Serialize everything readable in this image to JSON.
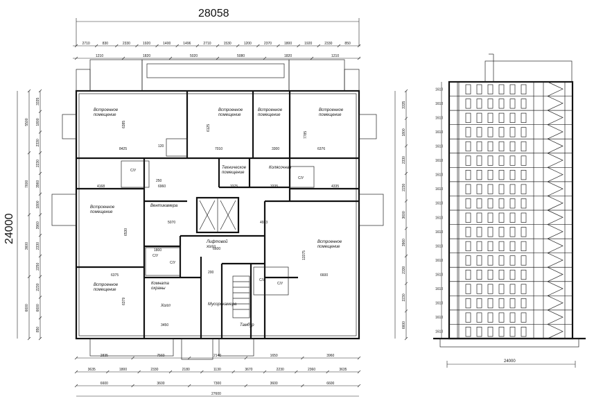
{
  "plan": {
    "overall_width": "28058",
    "overall_height": "24000",
    "bottom_total": "27600",
    "top_dims": [
      "2710",
      "830",
      "2330",
      "1920",
      "1400",
      "1496",
      "2710",
      "1530",
      "1200",
      "2370",
      "1800",
      "1920",
      "2330",
      "850"
    ],
    "top_dims2": [
      "1210",
      "1820",
      "5020",
      "5080",
      "1820",
      "1210"
    ],
    "bottom_dims1": [
      "2835",
      "7560",
      "2140",
      "1650",
      "3960"
    ],
    "bottom_dims2": [
      "3635",
      "1800",
      "2330",
      "2180",
      "1130",
      "3670",
      "2230",
      "2360",
      "3635"
    ],
    "bottom_dims3": [
      "6600",
      "3600",
      "7300",
      "3600",
      "6600"
    ],
    "left_dims_outer": [
      "3335",
      "1800",
      "2330",
      "2230",
      "3960",
      "1800",
      "3960",
      "2330",
      "2250",
      "2230",
      "6600",
      "850"
    ],
    "left_dims_inner": [
      "5500",
      "7600",
      "3600",
      "6600"
    ],
    "right_dims": [
      "3335",
      "1800",
      "2330",
      "2230",
      "3600",
      "3960",
      "2330",
      "2230",
      "6600"
    ],
    "rooms": [
      {
        "label": "Встроенное помещение"
      },
      {
        "label": "Встроенное помещение"
      },
      {
        "label": "Встроенное помещение"
      },
      {
        "label": "Встроенное помещение"
      },
      {
        "label": "Встроенное помещение"
      },
      {
        "label": "Встроенное помещение"
      },
      {
        "label": "Встроенное помещение"
      },
      {
        "label": "Техническое помещение"
      },
      {
        "label": "Колясочная"
      },
      {
        "label": "Вентикамера"
      },
      {
        "label": "Лифтовой холл"
      },
      {
        "label": "Комната охраны"
      },
      {
        "label": "Холл"
      },
      {
        "label": "Тамбур"
      },
      {
        "label": "Мусорокамера"
      }
    ],
    "inner_dims": [
      "8425",
      "7010",
      "3300",
      "6376",
      "4168",
      "6960",
      "3375",
      "3335",
      "4335",
      "5070",
      "6600",
      "4923",
      "6375",
      "6600",
      "3450",
      "6385",
      "6125",
      "7785",
      "6530",
      "13375",
      "6379"
    ],
    "small_labels": [
      "С/У",
      "С/У",
      "С/У",
      "С/У",
      "С/У",
      "С/У",
      "120",
      "250",
      "200",
      "1800"
    ]
  },
  "section": {
    "width_dim": "24000",
    "floor_height": "1610",
    "floors": 18
  }
}
